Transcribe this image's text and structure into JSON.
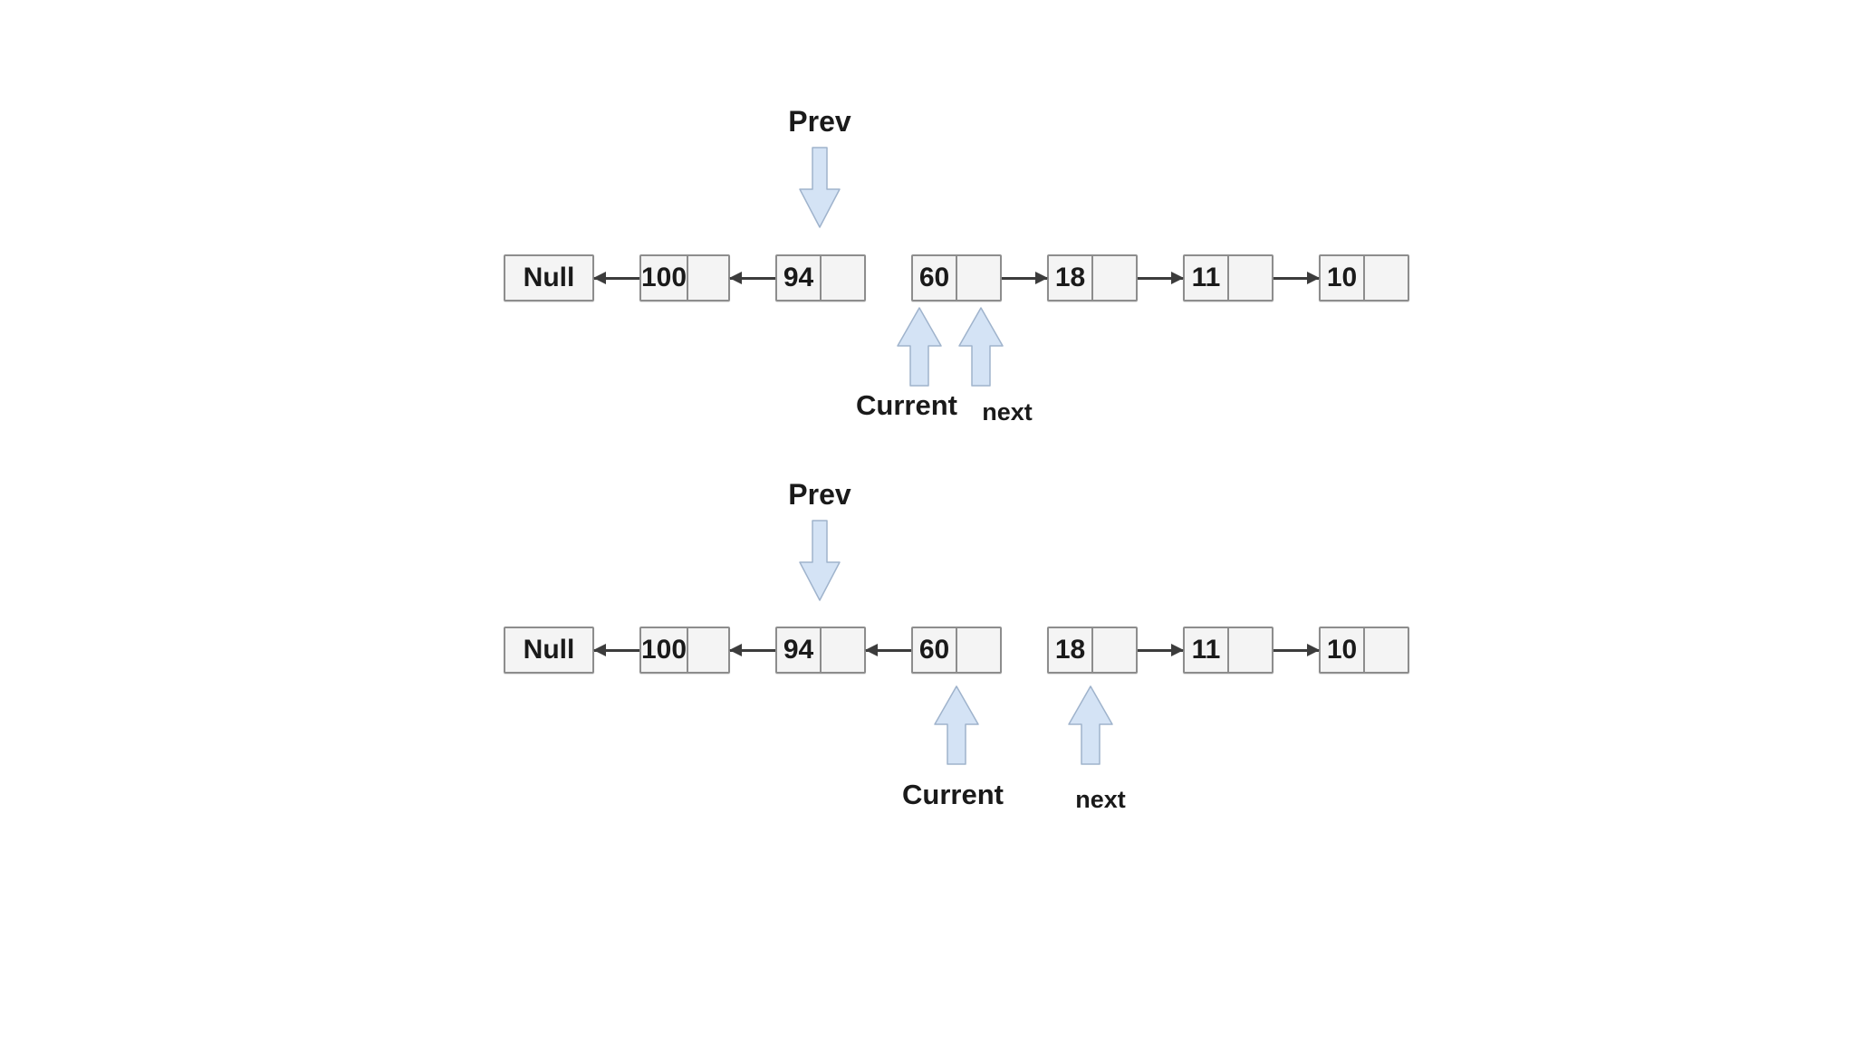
{
  "colors": {
    "node_fill": "#f4f4f4",
    "node_border": "#8d8d8d",
    "block_arrow_fill": "#d4e3f5",
    "block_arrow_border": "#9fb3cc",
    "connector_color": "#3c3c3c",
    "text_color": "#1a1a1a",
    "background": "#ffffff"
  },
  "rows": [
    {
      "name": "state-1",
      "prev_label": "Prev",
      "current_label": "Current",
      "next_label": "next",
      "chain": [
        {
          "kind": "terminal",
          "label": "Null"
        },
        {
          "kind": "connector",
          "dir": "left"
        },
        {
          "kind": "node",
          "value": "100"
        },
        {
          "kind": "connector",
          "dir": "left"
        },
        {
          "kind": "node",
          "value": "94"
        },
        {
          "kind": "gap"
        },
        {
          "kind": "node",
          "value": "60"
        },
        {
          "kind": "connector",
          "dir": "right"
        },
        {
          "kind": "node",
          "value": "18"
        },
        {
          "kind": "connector",
          "dir": "right"
        },
        {
          "kind": "node",
          "value": "11"
        },
        {
          "kind": "connector",
          "dir": "right"
        },
        {
          "kind": "node",
          "value": "10"
        }
      ]
    },
    {
      "name": "state-2",
      "prev_label": "Prev",
      "current_label": "Current",
      "next_label": "next",
      "chain": [
        {
          "kind": "terminal",
          "label": "Null"
        },
        {
          "kind": "connector",
          "dir": "left"
        },
        {
          "kind": "node",
          "value": "100"
        },
        {
          "kind": "connector",
          "dir": "left"
        },
        {
          "kind": "node",
          "value": "94"
        },
        {
          "kind": "connector",
          "dir": "left"
        },
        {
          "kind": "node",
          "value": "60"
        },
        {
          "kind": "gap"
        },
        {
          "kind": "node",
          "value": "18"
        },
        {
          "kind": "connector",
          "dir": "right"
        },
        {
          "kind": "node",
          "value": "11"
        },
        {
          "kind": "connector",
          "dir": "right"
        },
        {
          "kind": "node",
          "value": "10"
        }
      ]
    }
  ]
}
